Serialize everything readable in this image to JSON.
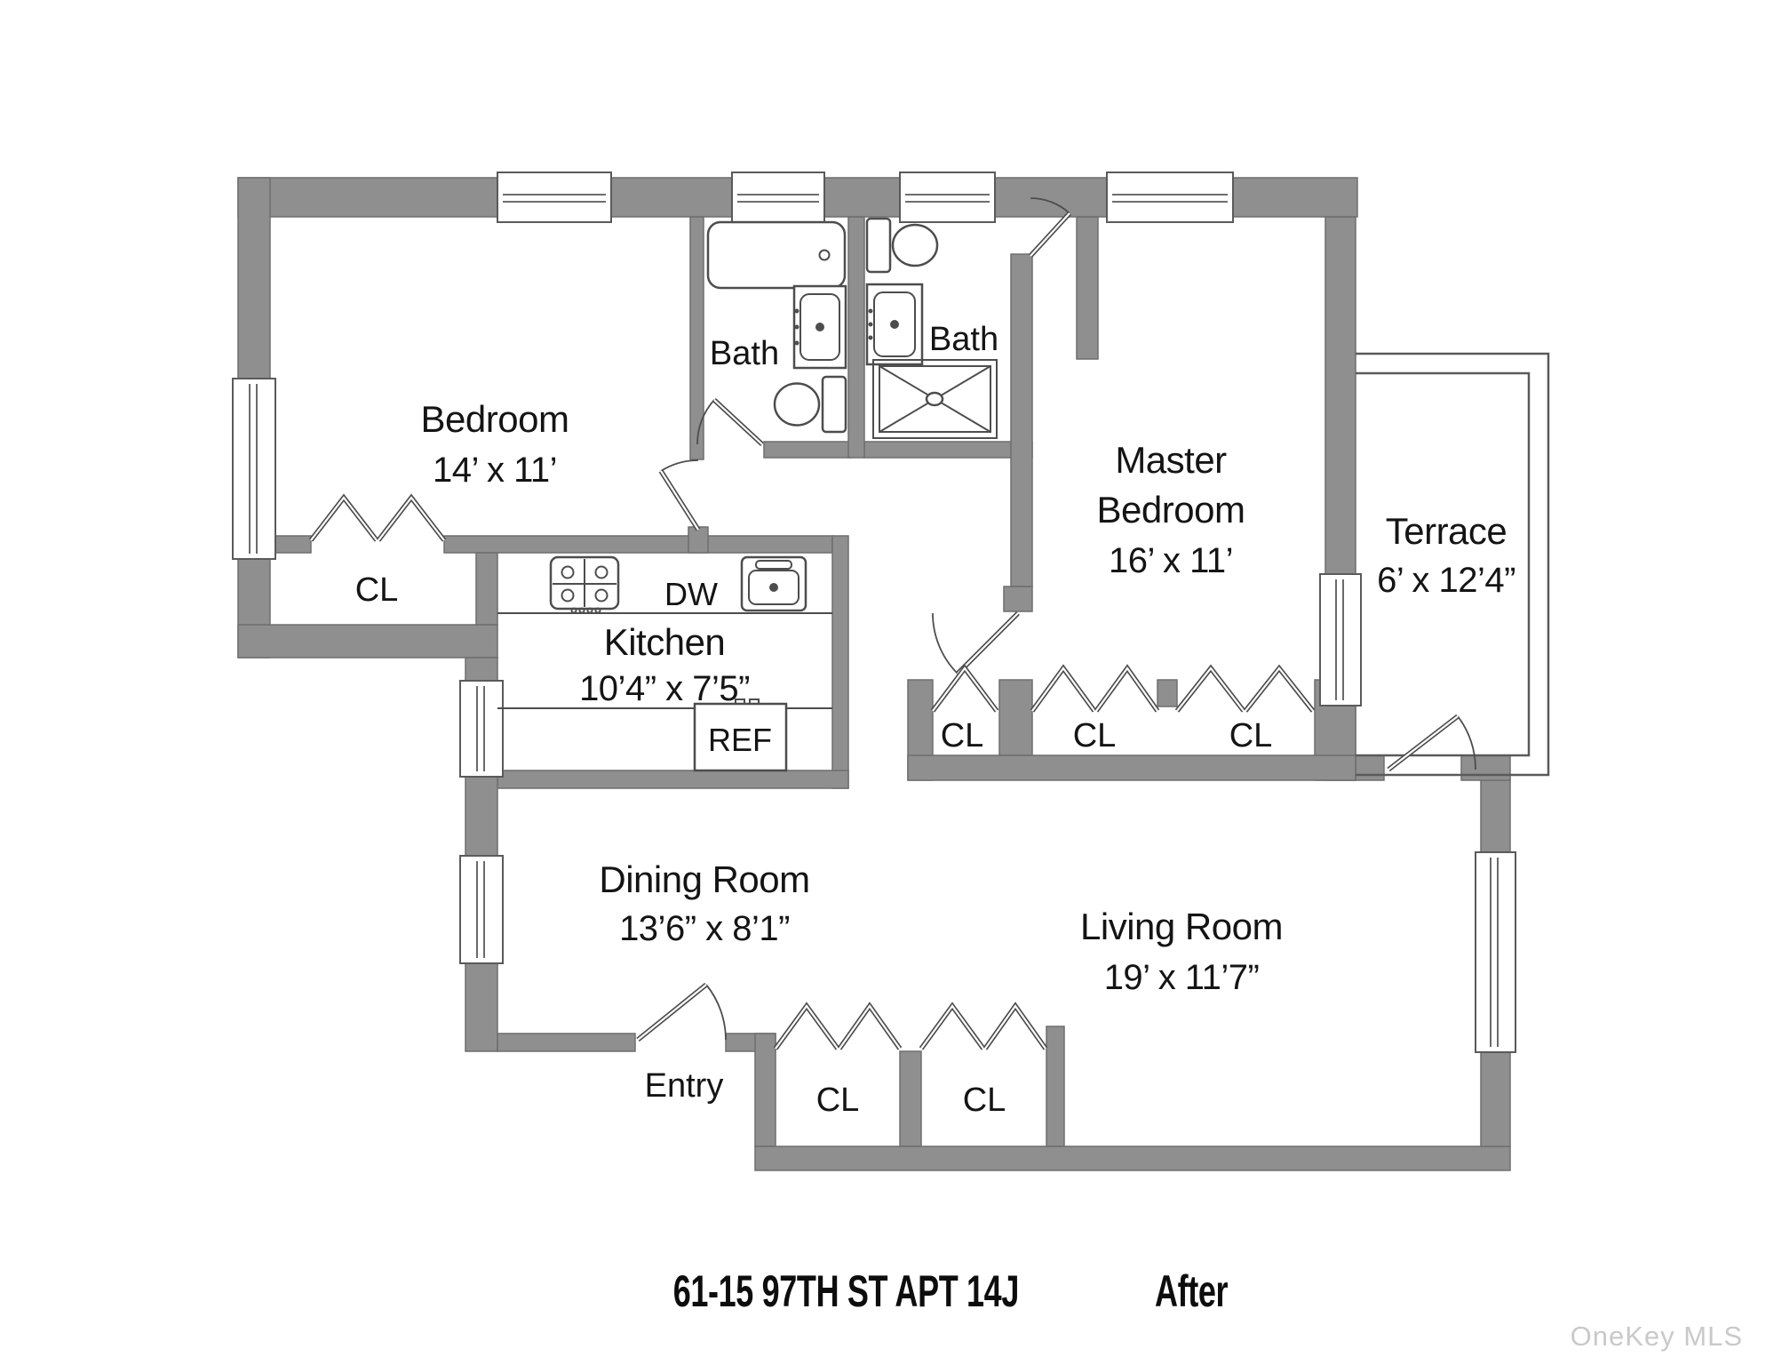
{
  "title": {
    "address": "61-15 97TH ST APT 14J",
    "status": "After"
  },
  "watermark": "OneKey MLS",
  "colors": {
    "wall": "#8f8f8f",
    "wall_outline": "#6f6f6f",
    "fixture_line": "#4d4d4d",
    "label_text": "#141414",
    "watermark_text": "#c9c9c9",
    "background": "#ffffff"
  },
  "rooms": {
    "bedroom": {
      "name": "Bedroom",
      "dims": "14’ x 11’"
    },
    "bath_left": {
      "name": "Bath"
    },
    "bath_right": {
      "name": "Bath"
    },
    "master_bedroom": {
      "line1": "Master",
      "line2": "Bedroom",
      "dims": "16’ x 11’"
    },
    "terrace": {
      "name": "Terrace",
      "dims": "6’ x 12’4”"
    },
    "kitchen": {
      "name": "Kitchen",
      "dims": "10’4” x 7’5”"
    },
    "dining_room": {
      "name": "Dining Room",
      "dims": "13’6” x 8’1”"
    },
    "living_room": {
      "name": "Living Room",
      "dims": "19’ x 11’7”"
    },
    "entry": {
      "name": "Entry"
    }
  },
  "closets": {
    "bedroom": "CL",
    "master_1": "CL",
    "master_2": "CL",
    "master_3": "CL",
    "hall_1": "CL",
    "hall_2": "CL"
  },
  "appliances": {
    "dishwasher": "DW",
    "refrigerator": "REF"
  }
}
